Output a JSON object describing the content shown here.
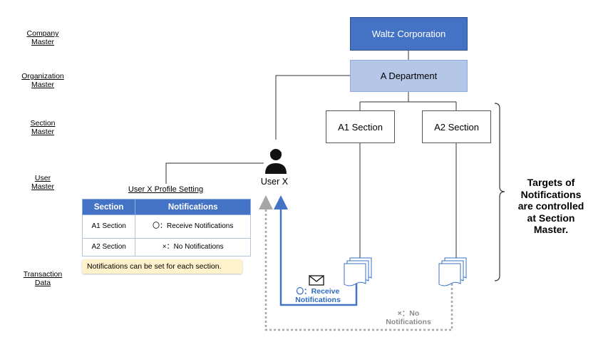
{
  "levels": {
    "company": "Company\nMaster",
    "organization": "Organization\nMaster",
    "section": "Section\nMaster",
    "user": "User\nMaster",
    "transaction": "Transaction\nData"
  },
  "org": {
    "company": "Waltz Corporation",
    "department": "A Department",
    "section_a1": "A1 Section",
    "section_a2": "A2 Section"
  },
  "user": {
    "label": "User X",
    "icon": "person-icon"
  },
  "profile": {
    "title": "User X  Profile Setting",
    "headers": [
      "Section",
      "Notifications"
    ],
    "rows": [
      {
        "section": "A1 Section",
        "notifications": "〇：Receive Notifications"
      },
      {
        "section": "A2 Section",
        "notifications": "×：No Notifications"
      }
    ],
    "note": "Notifications can be set for each section."
  },
  "targets_label": "Targets of\nNotifications\nare controlled\nat Section\nMaster.",
  "flows": {
    "receive": "〇：Receive\nNotifications",
    "no_receive": "×：No\nNotifications",
    "mail_icon": "envelope-icon",
    "document_icon": "documents-icon"
  },
  "colors": {
    "company_fill": "#4472c4",
    "department_fill": "#b4c7e7",
    "receive_arrow": "#4472c4",
    "no_receive_arrow": "#a6a6a6",
    "note_fill": "#fdf2cc"
  }
}
